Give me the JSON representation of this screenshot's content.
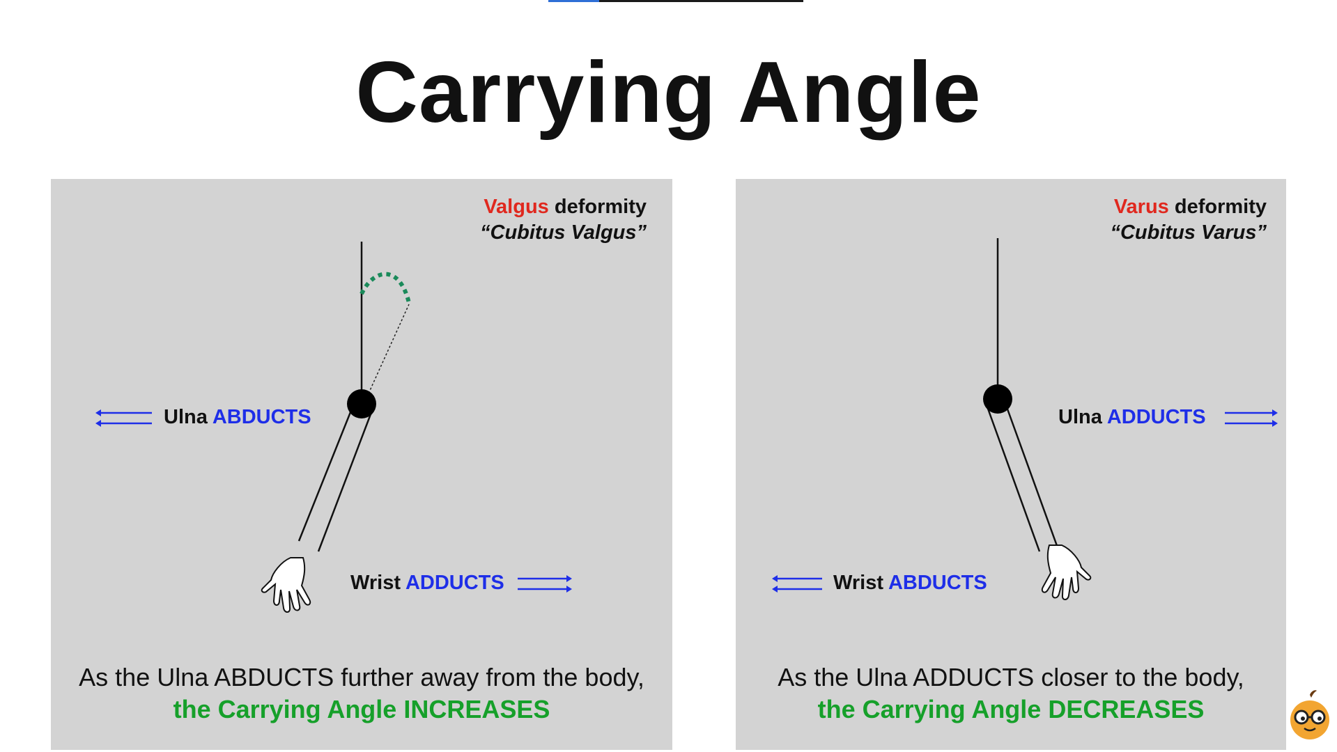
{
  "title": "Carrying Angle",
  "progress": 0.2,
  "colors": {
    "deformity": "#e0281e",
    "action": "#1e2ee8",
    "conclusion": "#16a02a",
    "angle_arc": "#1a8a5a"
  },
  "panels": [
    {
      "deformity_word": "Valgus",
      "deformity_suffix": " deformity",
      "deformity_name": "“Cubitus Valgus”",
      "ulna_label": "Ulna ",
      "ulna_action": "ABDUCTS",
      "wrist_label": "Wrist ",
      "wrist_action": "ADDUCTS",
      "caption_line1": "As the Ulna ABDUCTS further away from the body,",
      "caption_line2": "the Carrying Angle INCREASES"
    },
    {
      "deformity_word": "Varus",
      "deformity_suffix": " deformity",
      "deformity_name": "“Cubitus Varus”",
      "ulna_label": "Ulna ",
      "ulna_action": "ADDUCTS",
      "wrist_label": "Wrist ",
      "wrist_action": "ABDUCTS",
      "caption_line1": "As the Ulna ADDUCTS closer to the body,",
      "caption_line2": "the Carrying Angle DECREASES"
    }
  ]
}
